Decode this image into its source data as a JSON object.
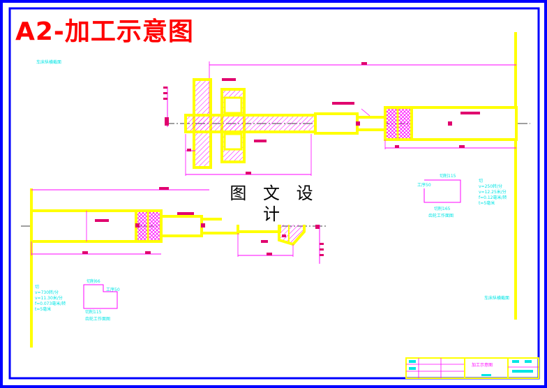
{
  "title": "A2-加工示意图",
  "watermark": "图 文 设 计",
  "notes": {
    "top_left_label": "车床纵横截面",
    "bottom_right_label": "车床纵横截面",
    "upper_params": "切\nv=250转/分\nv=12.25米/分\nf=0.12毫米/转\nt=5毫米",
    "upper_part_caption": "齿轮工作面图",
    "upper_dim_top": "切削115",
    "upper_dim_left": "工序50",
    "upper_dim_bottom": "切削165",
    "lower_params": "切\nv=730转/分\nv=11.30米/分\nf=0.073毫米/转\nt=5毫米",
    "lower_dim_top": "切削66",
    "lower_dim_right": "工序50",
    "lower_dim_bottom": "切削115",
    "lower_part_caption": "齿轮工作面图"
  },
  "title_block": {
    "name": "加工示意图"
  },
  "colors": {
    "frame": "#0000ff",
    "part_outline": "#ffff00",
    "dimension": "#ff00ff",
    "dim_value": "#e0006e",
    "hatch": "#ff00ff",
    "centerline": "#000000",
    "note_text": "#00e5e5",
    "title": "#ff0000"
  }
}
